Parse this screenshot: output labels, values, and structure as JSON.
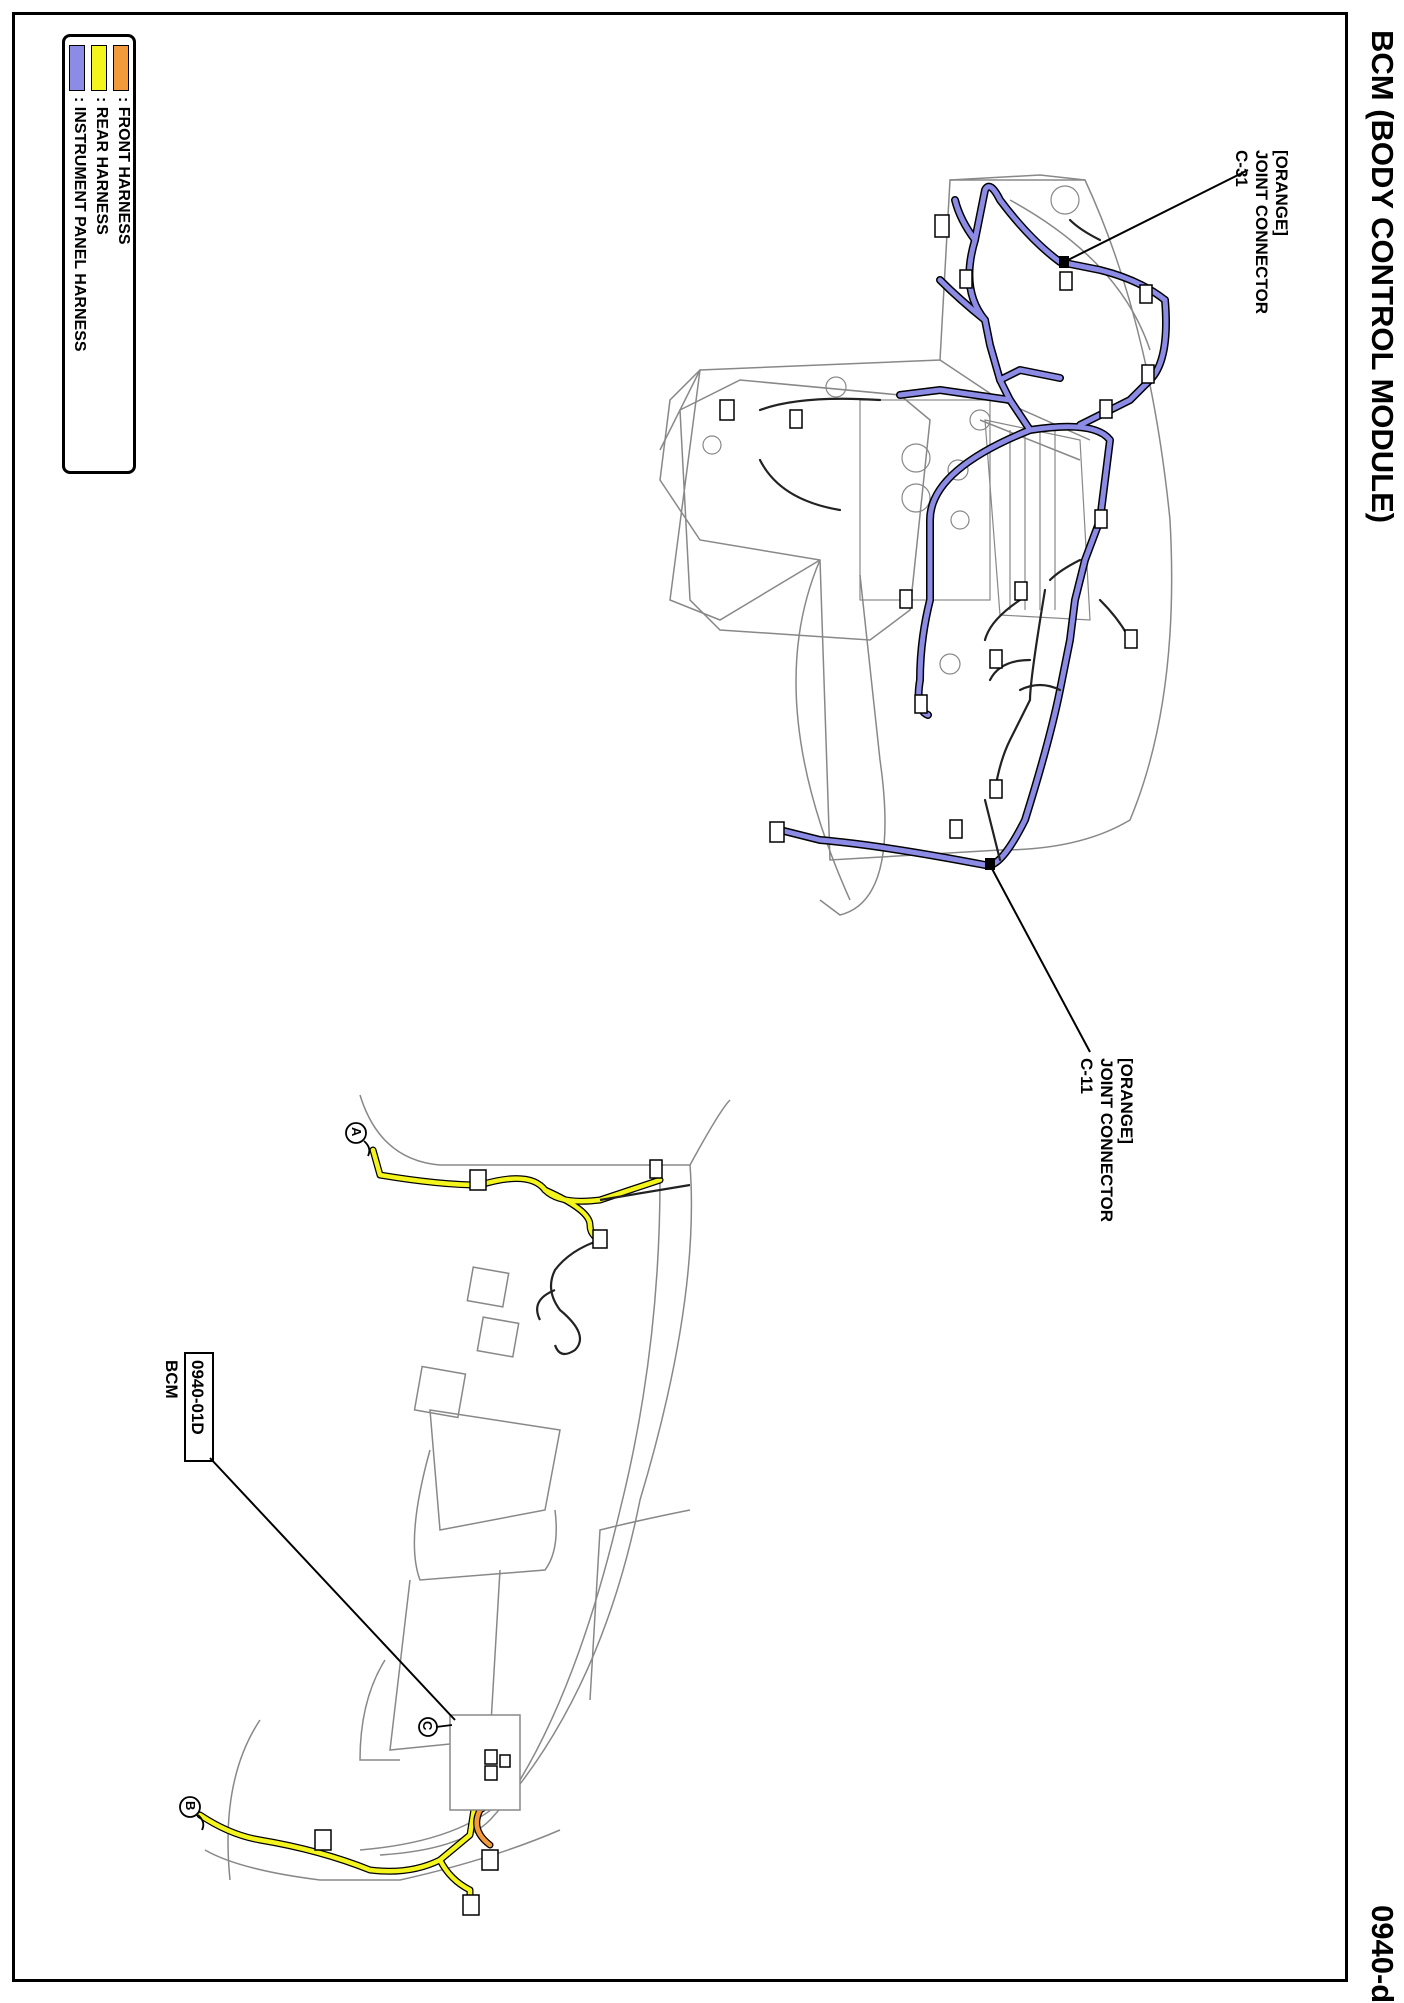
{
  "header": {
    "title": "BCM (BODY CONTROL MODULE)",
    "page_code": "0940-d"
  },
  "legend": {
    "items": [
      {
        "label": ": FRONT HARNESS",
        "color": "#f39a3a"
      },
      {
        "label": ": REAR HARNESS",
        "color": "#f5f51e"
      },
      {
        "label": ": INSTRUMENT PANEL HARNESS",
        "color": "#8c8ce6"
      }
    ]
  },
  "callouts": {
    "c31": {
      "line1": "[ORANGE]",
      "line2": "JOINT CONNECTOR",
      "line3": "C-31"
    },
    "c11": {
      "line1": "[ORANGE]",
      "line2": "JOINT CONNECTOR",
      "line3": "C-11"
    },
    "bcm": {
      "code": "0940-01D",
      "name": "BCM"
    }
  },
  "ground_markers": {
    "a": "A",
    "b": "B",
    "c": "C"
  },
  "colors": {
    "front": "#f39a3a",
    "rear": "#f5f51e",
    "instrument": "#8c8ce6",
    "outline": "#888888"
  }
}
